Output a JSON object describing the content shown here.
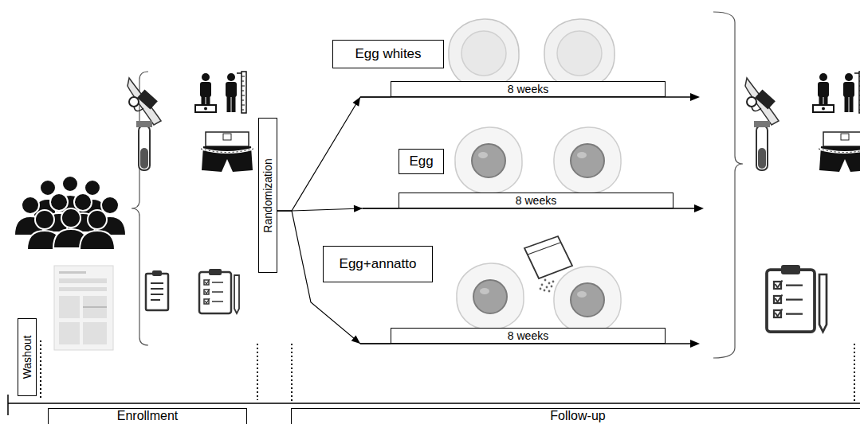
{
  "diagram": {
    "nodes": [
      {
        "text": [
          "Washout"
        ]
      },
      {
        "text": [
          "Enrollment"
        ]
      },
      {
        "text": [
          "Randomization"
        ]
      },
      {
        "text": [
          "Egg whites"
        ]
      },
      {
        "text": [
          "8 weeks"
        ]
      },
      {
        "text": [
          "Egg"
        ]
      },
      {
        "text": [
          "8 weeks"
        ]
      },
      {
        "text": [
          "Egg+annatto"
        ]
      },
      {
        "text": [
          "8 weeks"
        ]
      },
      {
        "text": [
          "Follow-up"
        ]
      }
    ],
    "edges": [
      {
        "from": 2,
        "to": 4,
        "arrow": "to"
      },
      {
        "from": 2,
        "to": 6,
        "arrow": "to"
      },
      {
        "from": 2,
        "to": 8,
        "arrow": "to"
      }
    ]
  }
}
